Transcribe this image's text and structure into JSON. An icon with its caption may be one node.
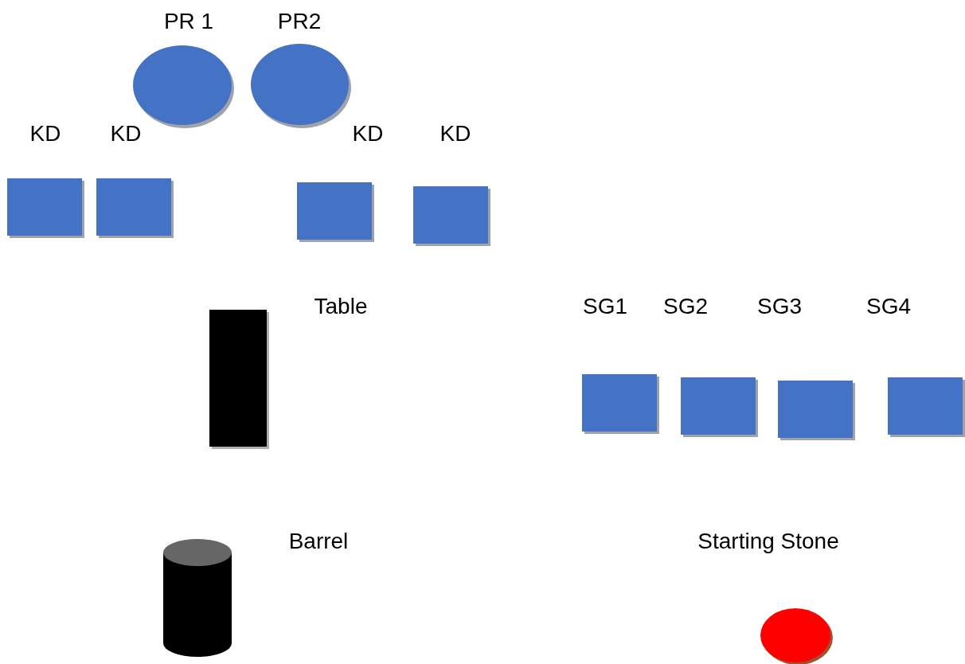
{
  "diagram": {
    "nodes": [
      {
        "text": [
          "PR 1"
        ]
      },
      {
        "text": [
          "PR2"
        ]
      },
      {
        "text": [
          "KD"
        ]
      },
      {
        "text": [
          "KD"
        ]
      },
      {
        "text": [
          "KD"
        ]
      },
      {
        "text": [
          "KD"
        ]
      },
      {
        "text": [
          "Table"
        ]
      },
      {
        "text": [
          "SG1"
        ]
      },
      {
        "text": [
          "SG2"
        ]
      },
      {
        "text": [
          "SG3"
        ]
      },
      {
        "text": [
          "SG4"
        ]
      },
      {
        "text": [
          "Barrel"
        ]
      },
      {
        "text": [
          "Starting Stone"
        ]
      }
    ]
  }
}
